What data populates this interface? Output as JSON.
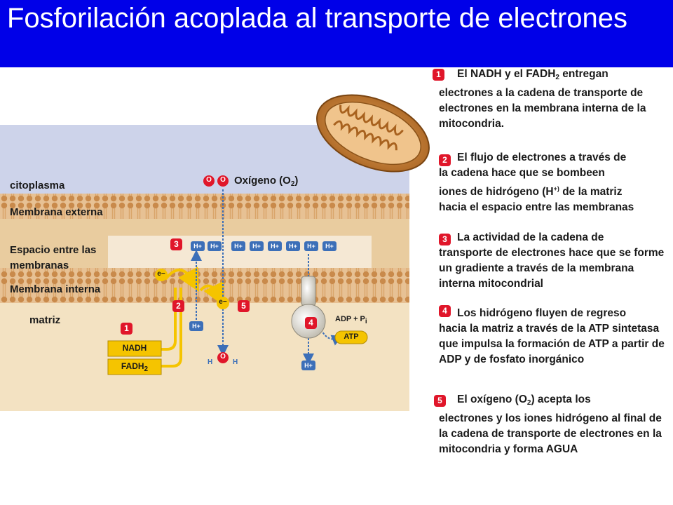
{
  "title": "Fosforilación acoplada al transporte de electrones",
  "labels": {
    "citoplasma": "citoplasma",
    "membrana_externa": "Membrana externa",
    "espacio_1": "Espacio entre las",
    "espacio_2": "membranas",
    "membrana_interna": "Membrana interna",
    "matriz": "matriz",
    "oxigeno": "Oxígeno (O",
    "oxigeno_sub": "2",
    "oxigeno_close": ")",
    "nadh": "NADH",
    "fadh2": "FADH",
    "fadh2_sub": "2",
    "adp": "ADP + P",
    "adp_sub": "i",
    "atp": "ATP",
    "h_plus": "H+",
    "h": "H",
    "o": "O",
    "e_minus": "e−"
  },
  "badges": [
    "1",
    "2",
    "3",
    "4",
    "5"
  ],
  "steps": {
    "s1_line1a": "El NADH y el  FADH",
    "s1_line1_sub": "2",
    "s1_line1b": " entregan",
    "s1_rest": "electrones a la cadena de transporte de electrones en la membrana interna de la mitocondria.",
    "s2_line1": "El flujo de electrones a través de",
    "s2_line2": "la cadena hace que se bombeen",
    "s2_line3a": "iones de hidrógeno (H",
    "s2_line3_sup": "+)",
    "s2_line3b": "  de la matriz",
    "s2_rest": "hacia el espacio entre las membranas",
    "s3_text": "La actividad de la cadena de",
    "s3_rest": "transporte de electrones hace que se forme un gradiente a través de la membrana interna mitocondrial",
    "s4_text": "Los hidrógeno fluyen de regreso",
    "s4_rest": "hacia la matriz a través de la ATP sintetasa que impulsa la formación de ATP a partir de ADP y de fosfato inorgánico",
    "s5_text_a": "El oxígeno  (O",
    "s5_text_sub": "2",
    "s5_text_b": ") acepta los",
    "s5_rest": "electrones y los iones hidrógeno al final de la cadena de transporte de electrones en la mitocondria y forma AGUA"
  },
  "colors": {
    "title_bar": "#0000e8",
    "badge": "#e0162a",
    "membrane": "#c98a4b",
    "cytoplasm": "#cdd3ea",
    "intermembrane": "#e9cc9f",
    "matrix": "#f3e2c2",
    "electron_path": "#f5c400",
    "proton_arrow": "#3c6fb8"
  }
}
